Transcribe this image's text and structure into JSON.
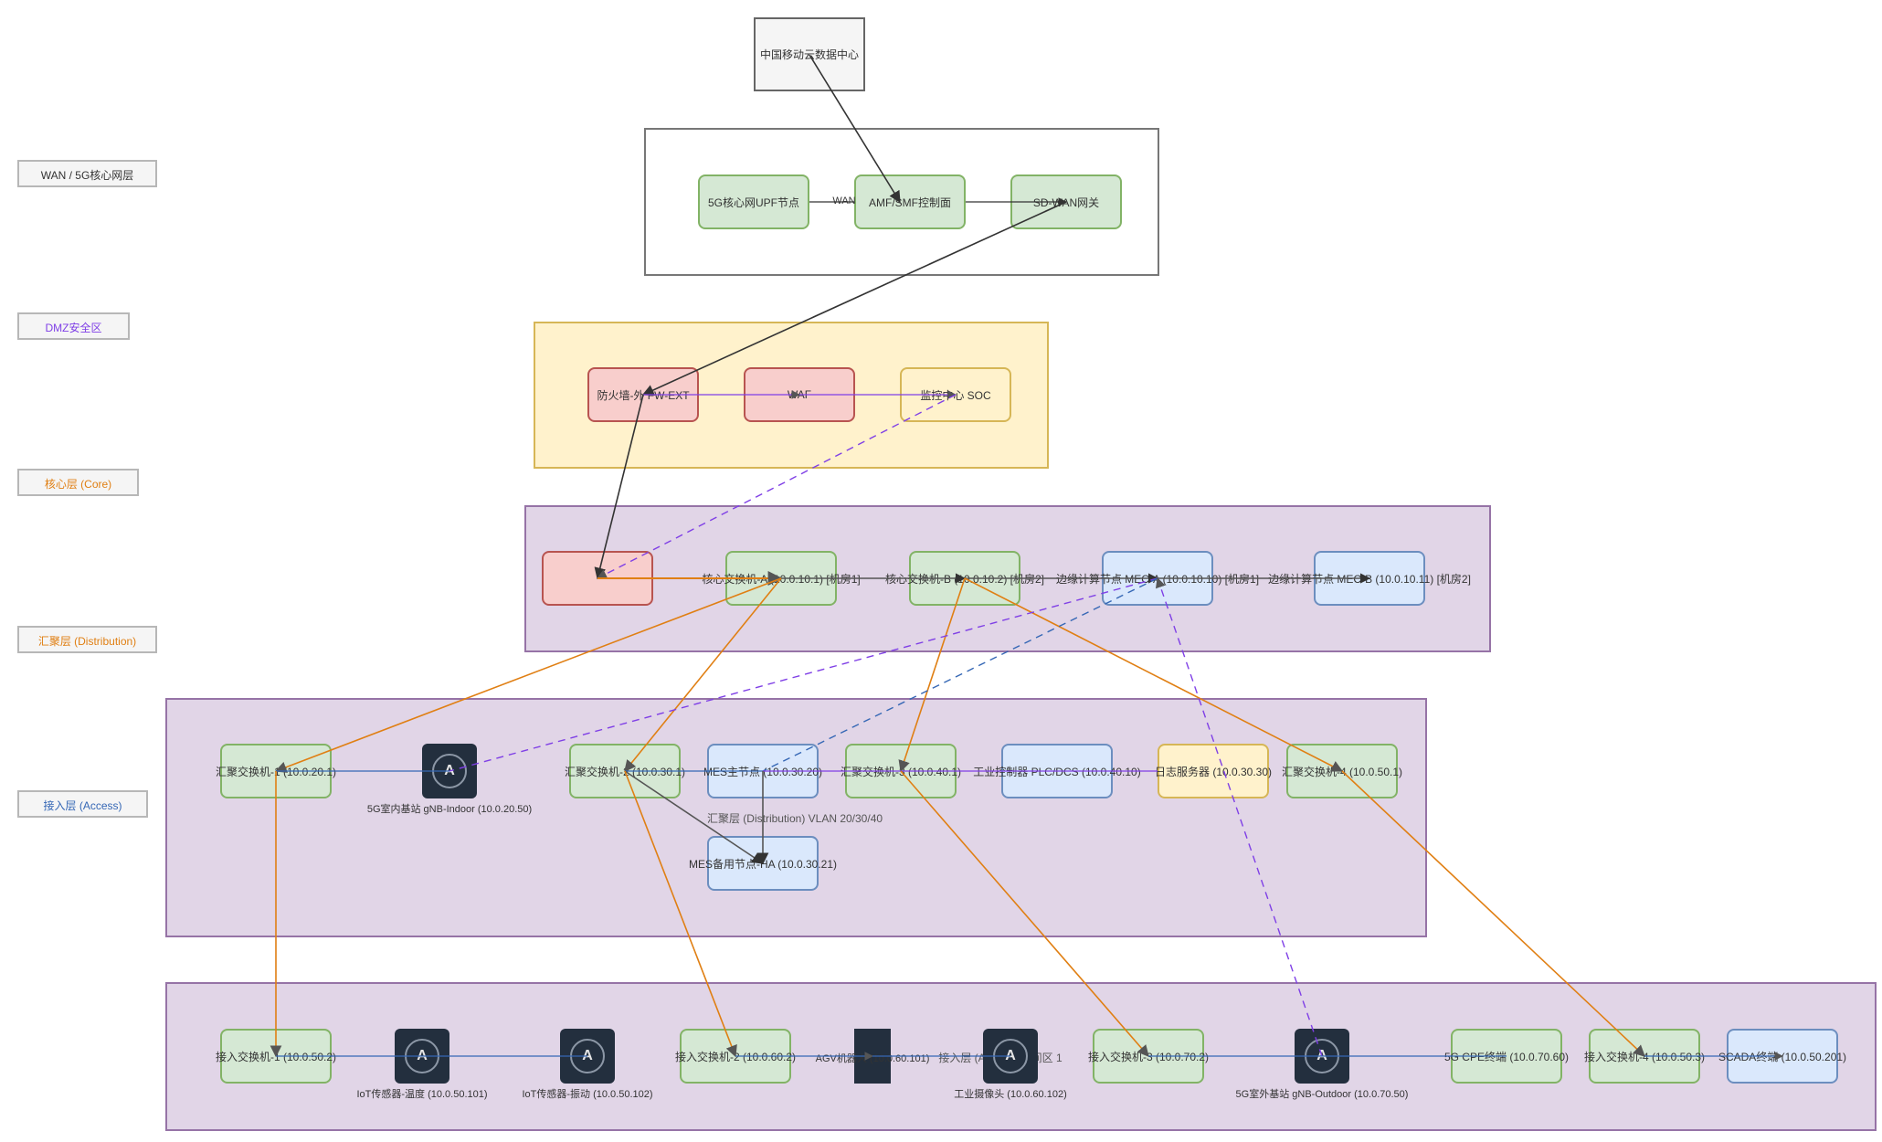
{
  "layers": {
    "wan": "WAN / 5G核心网层",
    "dmz": "DMZ安全区",
    "core": "核心层 (Core)",
    "distribution": "汇聚层 (Distribution)",
    "access": "接入层 (Access)"
  },
  "colors": {
    "green_fill": "#d5e8d4",
    "green_border": "#82b366",
    "red_fill": "#f8cecc",
    "red_border": "#b85450",
    "blue_fill": "#dae8fc",
    "blue_border": "#6c8ebf",
    "yellow_fill": "#fff2cc",
    "yellow_border": "#d6b656",
    "purple_zone": "#e1d5e7",
    "purple_border": "#9673a6",
    "orange": "#e07f13",
    "violet": "#7f3fe6",
    "dark": "#333333",
    "steel": "#3567b5"
  },
  "nodes": {
    "cloud": "中国移动云数据中心",
    "upf": "5G核心网UPF节点",
    "amf": "AMF/SMF控制面",
    "sdwan": "SD-WAN网关",
    "fw_ext": "防火墙-外 FW-EXT",
    "waf": "WAF",
    "soc": "监控中心 SOC",
    "core_a": "核心交换机-A (10.0.10.1) [机房1]",
    "core_b": "核心交换机-B (10.0.10.2) [机房2]",
    "mec_a": "边缘计算节点 MEC-A (10.0.10.10) [机房1]",
    "mec_b": "边缘计算节点 MEC-B (10.0.10.11) [机房2]",
    "agg1": "汇聚交换机-1 (10.0.20.1)",
    "gnb_in": "5G室内基站 gNB-Indoor (10.0.20.50)",
    "agg2": "汇聚交换机-2 (10.0.30.1)",
    "mes": "MES主节点 (10.0.30.20)",
    "mes_ha": "MES备用节点-HA (10.0.30.21)",
    "agg3": "汇聚交换机-3 (10.0.40.1)",
    "plc": "工业控制器 PLC/DCS (10.0.40.10)",
    "log": "日志服务器 (10.0.30.30)",
    "agg4": "汇聚交换机-4 (10.0.50.1)",
    "acc1": "接入交换机-1 (10.0.50.2)",
    "iot_temp": "IoT传感器-温度 (10.0.50.101)",
    "iot_vib": "IoT传感器-振动 (10.0.50.102)",
    "acc2": "接入交换机-2 (10.0.60.2)",
    "agv": "AGV机器人 (10.0.60.101)",
    "cam": "工业摄像头 (10.0.60.102)",
    "acc3": "接入交换机-3 (10.0.70.2)",
    "gnb_out": "5G室外基站 gNB-Outdoor (10.0.70.50)",
    "cpe": "5G CPE终端 (10.0.70.60)",
    "acc4": "接入交换机-4 (10.0.50.3)",
    "scada": "SCADA终端 (10.0.50.201)"
  },
  "labels": {
    "wan_edge": "WAN",
    "dist_zone": "汇聚层 (Distribution) VLAN 20/30/40",
    "access_zone": "接入层 (Access) 车间区 1",
    "icon_glyph": "A"
  }
}
